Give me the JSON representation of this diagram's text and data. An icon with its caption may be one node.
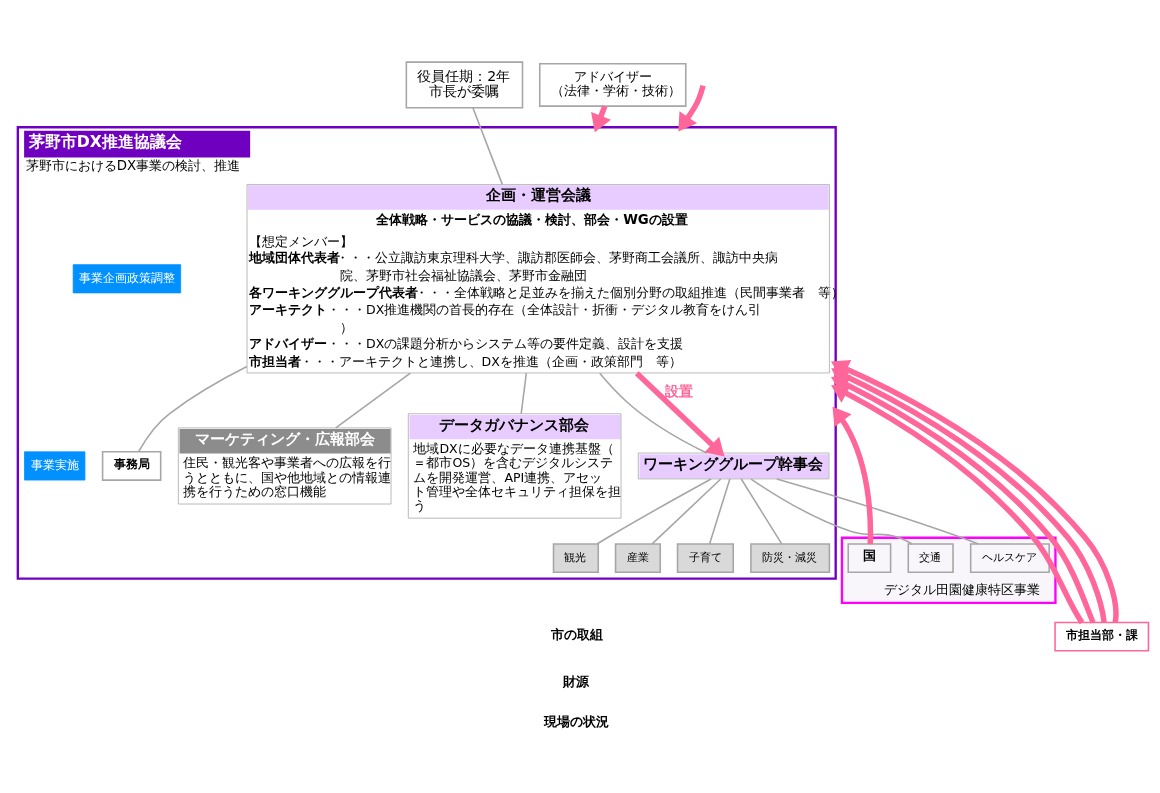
{
  "diagram": {
    "nodes": [
      {
        "text": [
          "茅野市DX推進協議会",
          "茅野市におけるDX事業の検討、推進"
        ]
      },
      {
        "text": [
          "企画・運営会議",
          "全体戦略・サービスの協議・検討、部会・WGの設置",
          "【想定メンバー】",
          "**地域団体代表者**・・・公立諏訪東京理科大学、諏訪郡医師会、茅野商工会議所、諏訪中央病院、茅野市社会福祉協議会、茅野市金融団",
          "**各ワーキンググループ代表者**・・・全体戦略と足並みを揃えた個別分野の取組推進（民間事業者　等）",
          "**アーキテクト**・・・DX推進機関の首長的存在（全体設計・折衝・デジタル教育をけん引）",
          "**アドバイザー**・・・DXの課題分析からシステム等の要件定義、設計を支援",
          "**市担当者**・・・アーキテクトと連携し、DXを推進（企画・政策部門　等）"
        ],
        "in": 0
      },
      {
        "text": [
          "事業企画政策調整"
        ],
        "in": 0
      },
      {
        "text": [
          "役員任期：2年",
          "市長が委嘱"
        ]
      },
      {
        "text": [
          "アドバイザー",
          "（法律・学術・技術）"
        ]
      },
      {
        "text": [
          "事務局"
        ],
        "in": 0
      },
      {
        "text": [
          "マーケティング・広報部会",
          "住民・観光客や事業者への広報を行うとともに、国や他地域との情報連携を行うための窓口機能"
        ],
        "in": 0
      },
      {
        "text": [
          "データガバナンス部会",
          "地域DXに必要なデータ連携基盤（＝都市OS）を含むデジタルシステムを開発運営、API連携、アセット管理や全体セキュリティ担保を担う"
        ],
        "in": 0
      },
      {
        "text": [
          "事業実施"
        ],
        "in": 0
      },
      {
        "text": [
          "ワーキンググループ幹事会"
        ],
        "in": 0
      },
      {
        "text": [
          "観光"
        ],
        "in": 0
      },
      {
        "text": [
          "産業"
        ],
        "in": 0
      },
      {
        "text": [
          "子育て"
        ],
        "in": 0
      },
      {
        "text": [
          "防災・減災"
        ],
        "in": 0
      },
      {
        "text": [
          "交通"
        ],
        "in": 16
      },
      {
        "text": [
          "ヘルスケア"
        ],
        "in": 16
      },
      {
        "text": [
          "デジタル田園健康特区事業"
        ]
      },
      {
        "text": [
          "国"
        ],
        "in": 16
      },
      {
        "text": [
          "市担当部・課"
        ]
      }
    ],
    "edges": [
      {
        "from": 3,
        "to": 1,
        "arrow": "none"
      },
      {
        "from": 4,
        "to": 0,
        "arrow": "to",
        "style": "thick",
        "color": "#ff6699"
      },
      {
        "from": 1,
        "to": 5,
        "arrow": "none"
      },
      {
        "from": 1,
        "to": 6,
        "arrow": "none"
      },
      {
        "from": 1,
        "to": 7,
        "arrow": "none"
      },
      {
        "from": 1,
        "to": 9,
        "arrow": "none"
      },
      {
        "from": 1,
        "to": 9,
        "arrow": "to",
        "label": "設置",
        "style": "thick",
        "color": "#ff6699"
      },
      {
        "from": 9,
        "to": 10,
        "arrow": "none"
      },
      {
        "from": 9,
        "to": 11,
        "arrow": "none"
      },
      {
        "from": 9,
        "to": 12,
        "arrow": "none"
      },
      {
        "from": 9,
        "to": 13,
        "arrow": "none"
      },
      {
        "from": 9,
        "to": 14,
        "arrow": "none"
      },
      {
        "from": 9,
        "to": 15,
        "arrow": "none"
      },
      {
        "from": 17,
        "to": 0,
        "arrow": "to",
        "style": "thick",
        "color": "#ff6699"
      },
      {
        "from": 18,
        "to": 0,
        "arrow": "to",
        "style": "thick",
        "color": "#ff6699"
      },
      {
        "from": 18,
        "to": 0,
        "arrow": "to",
        "style": "thick",
        "color": "#ff6699"
      },
      {
        "from": 18,
        "to": 0,
        "arrow": "to",
        "style": "thick",
        "color": "#ff6699"
      },
      {
        "from": 18,
        "to": 0,
        "arrow": "to",
        "style": "thick",
        "color": "#ff6699"
      },
      {
        "from": null,
        "to": 0,
        "arrow": "to",
        "style": "thick",
        "color": "#ff6699"
      }
    ],
    "labels": [
      "市の取組",
      "財源",
      "現場の状況"
    ]
  }
}
